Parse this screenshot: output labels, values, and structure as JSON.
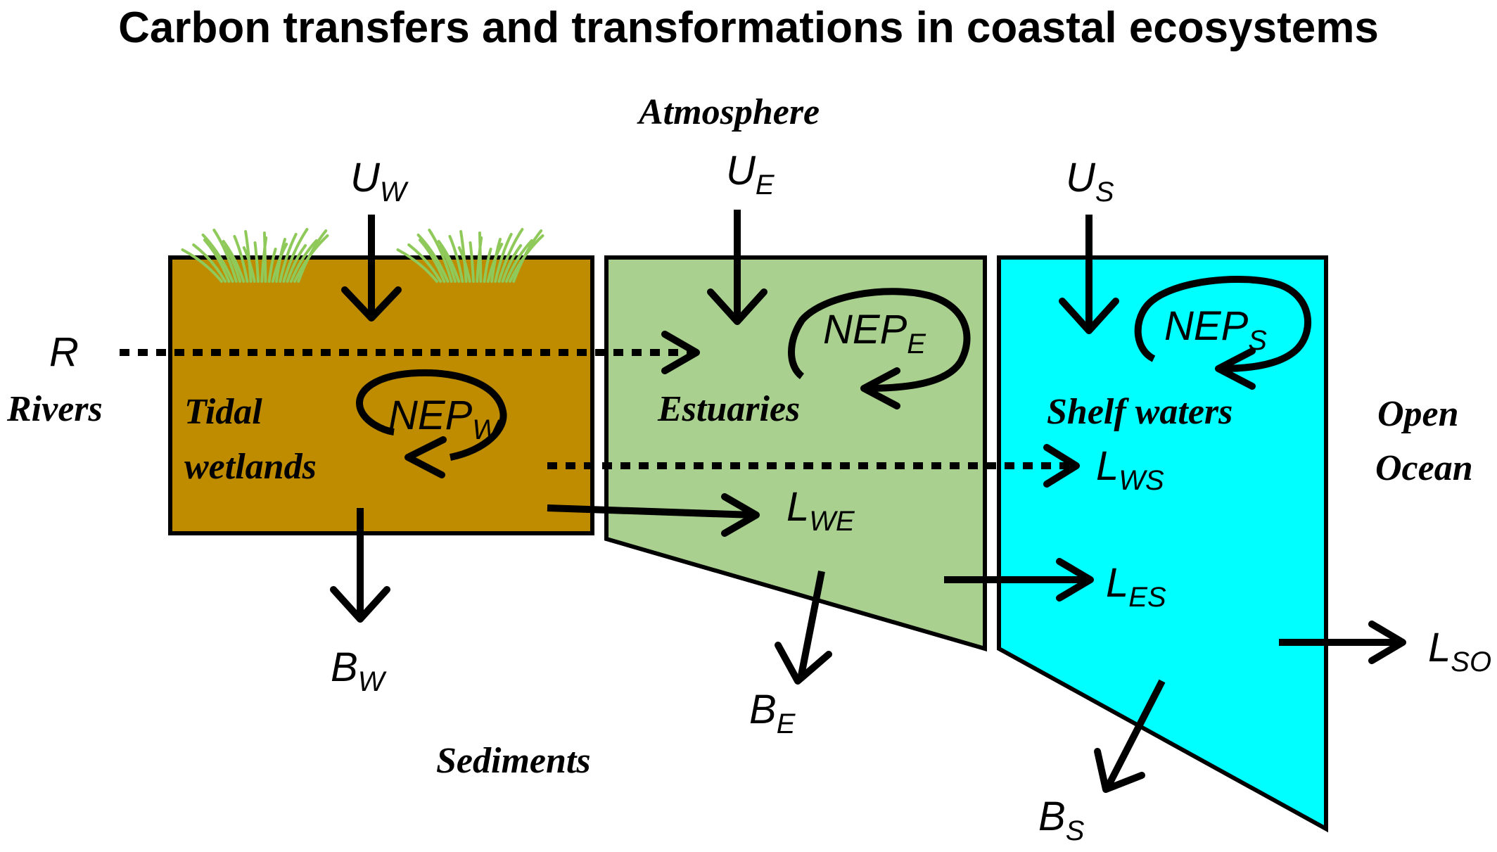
{
  "title": "Carbon transfers and transformations in coastal ecosystems",
  "colors": {
    "wetland_fill": "#bf8c00",
    "estuary_fill": "#a9d08e",
    "shelf_fill": "#00ffff",
    "grass": "#8fc95a",
    "outline": "#000000"
  },
  "regions": {
    "atmosphere": "Atmosphere",
    "rivers": "Rivers",
    "tidal": "Tidal",
    "wetlands": "wetlands",
    "estuaries": "Estuaries",
    "shelf_waters": "Shelf waters",
    "open": "Open",
    "ocean": "Ocean",
    "sediments": "Sediments"
  },
  "fluxes": {
    "U_W": {
      "main": "U",
      "sub": "W"
    },
    "U_E": {
      "main": "U",
      "sub": "E"
    },
    "U_S": {
      "main": "U",
      "sub": "S"
    },
    "R": {
      "main": "R",
      "sub": ""
    },
    "NEP_W": {
      "main": "NEP",
      "sub": "W"
    },
    "NEP_E": {
      "main": "NEP",
      "sub": "E"
    },
    "NEP_S": {
      "main": "NEP",
      "sub": "S"
    },
    "L_WE": {
      "main": "L",
      "sub": "WE"
    },
    "L_WS": {
      "main": "L",
      "sub": "WS"
    },
    "L_ES": {
      "main": "L",
      "sub": "ES"
    },
    "L_SO": {
      "main": "L",
      "sub": "SO"
    },
    "B_W": {
      "main": "B",
      "sub": "W"
    },
    "B_E": {
      "main": "B",
      "sub": "E"
    },
    "B_S": {
      "main": "B",
      "sub": "S"
    }
  }
}
